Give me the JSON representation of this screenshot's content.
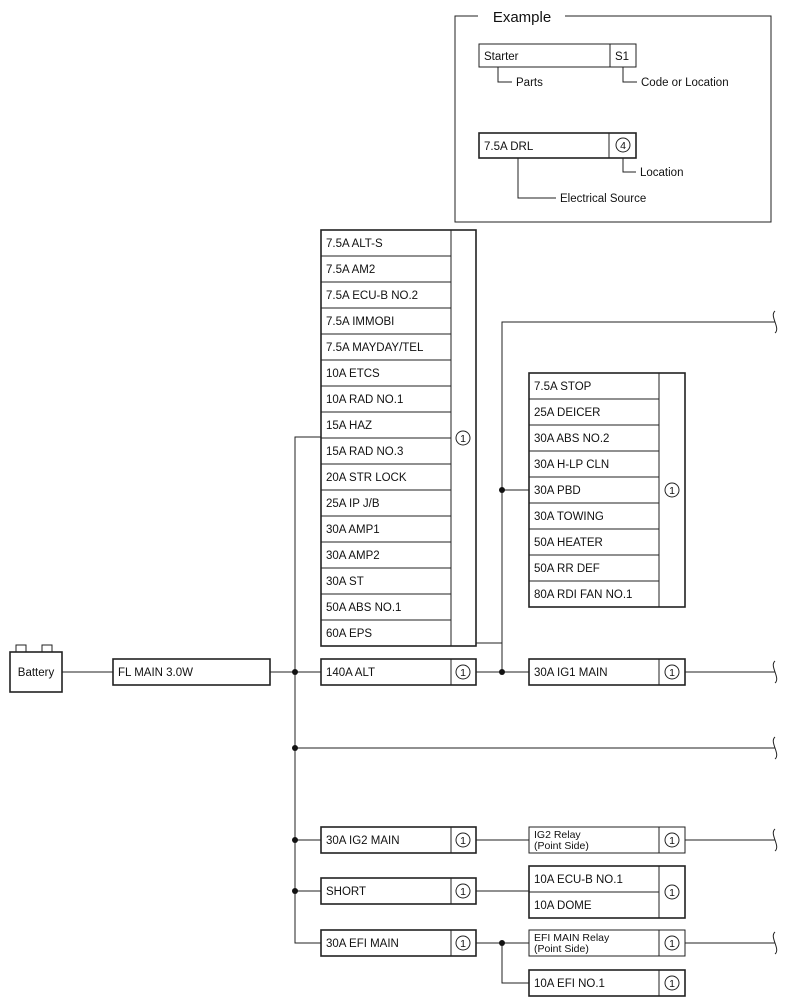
{
  "legend": {
    "title": "Example",
    "part_name": "Starter",
    "part_code": "S1",
    "parts_caption": "Parts",
    "code_caption": "Code or Location",
    "source_name": "7.5A DRL",
    "source_location": "4",
    "location_caption": "Location",
    "source_caption": "Electrical Source"
  },
  "battery": {
    "label": "Battery"
  },
  "main_fuse": {
    "label": "FL MAIN 3.0W"
  },
  "block_left": {
    "location": "1",
    "items": [
      "7.5A ALT-S",
      "7.5A AM2",
      "7.5A ECU-B NO.2",
      "7.5A IMMOBI",
      "7.5A MAYDAY/TEL",
      "10A ETCS",
      "10A RAD NO.1",
      "15A HAZ",
      "15A RAD NO.3",
      "20A STR LOCK",
      "25A IP J/B",
      "30A AMP1",
      "30A AMP2",
      "30A ST",
      "50A ABS NO.1",
      "60A EPS"
    ]
  },
  "block_right": {
    "location": "1",
    "items": [
      "7.5A STOP",
      "25A DEICER",
      "30A ABS NO.2",
      "30A H-LP CLN",
      "30A PBD",
      "30A TOWING",
      "50A HEATER",
      "50A RR DEF",
      "80A RDI FAN NO.1"
    ]
  },
  "alt": {
    "label": "140A ALT",
    "location": "1"
  },
  "ig1": {
    "label": "30A IG1 MAIN",
    "location": "1"
  },
  "ig2": {
    "label": "30A IG2 MAIN",
    "location": "1"
  },
  "ig2_relay": {
    "line1": "IG2 Relay",
    "line2": "(Point Side)",
    "location": "1"
  },
  "short": {
    "label": "SHORT",
    "location": "1"
  },
  "ecu_block": {
    "items": [
      "10A ECU-B NO.1",
      "10A DOME"
    ],
    "location": "1"
  },
  "efi_main": {
    "label": "30A EFI MAIN",
    "location": "1"
  },
  "efi_relay": {
    "line1": "EFI MAIN Relay",
    "line2": "(Point Side)",
    "location": "1"
  },
  "efi1": {
    "label": "10A EFI NO.1",
    "location": "1"
  }
}
